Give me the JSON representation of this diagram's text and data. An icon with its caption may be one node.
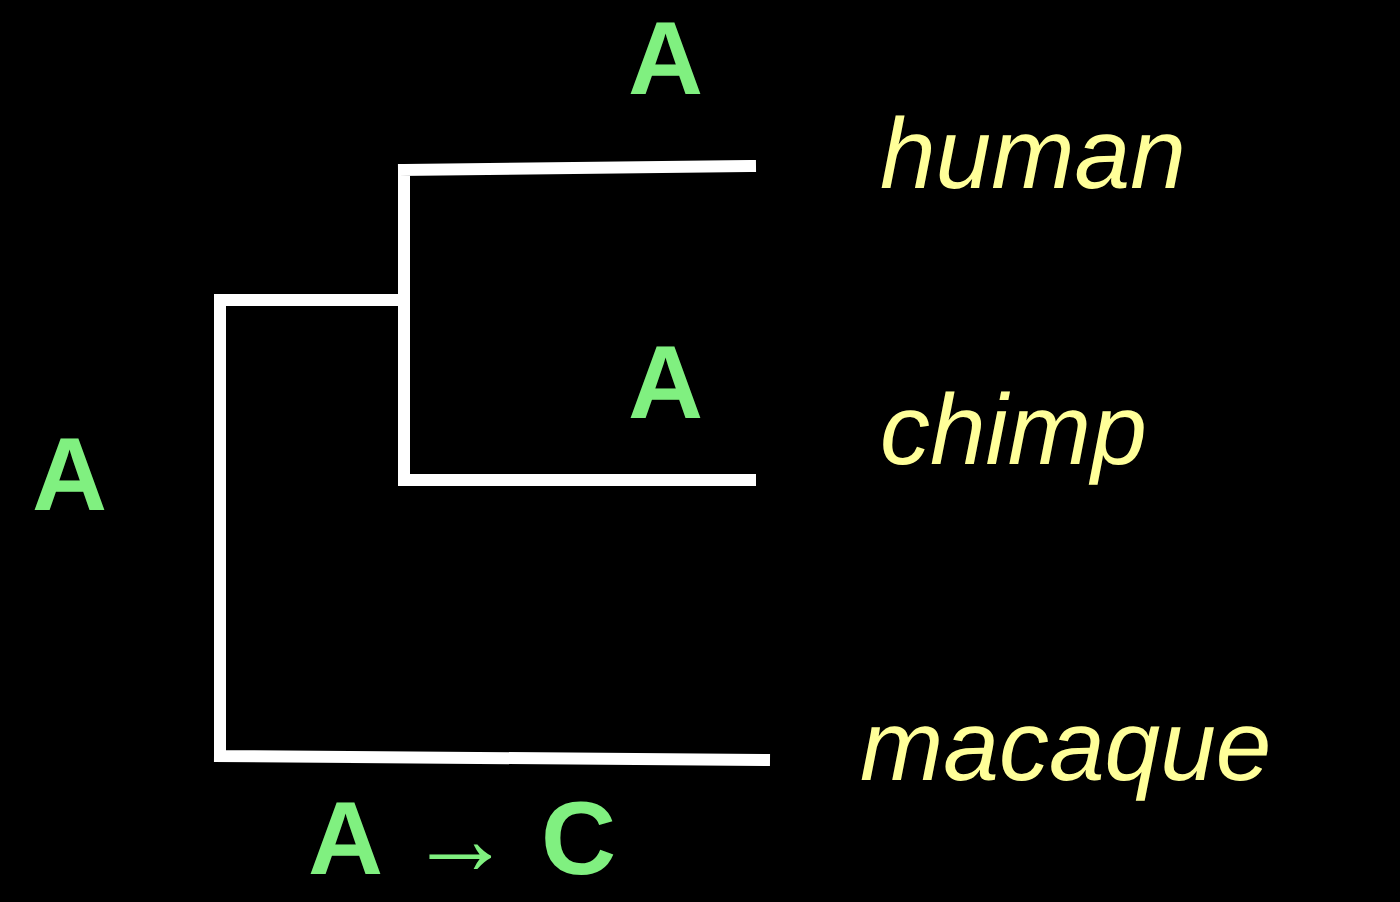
{
  "diagram": {
    "labels": [
      "A",
      "human",
      "A",
      "chimp",
      "A",
      "macaque",
      "A → C"
    ]
  }
}
